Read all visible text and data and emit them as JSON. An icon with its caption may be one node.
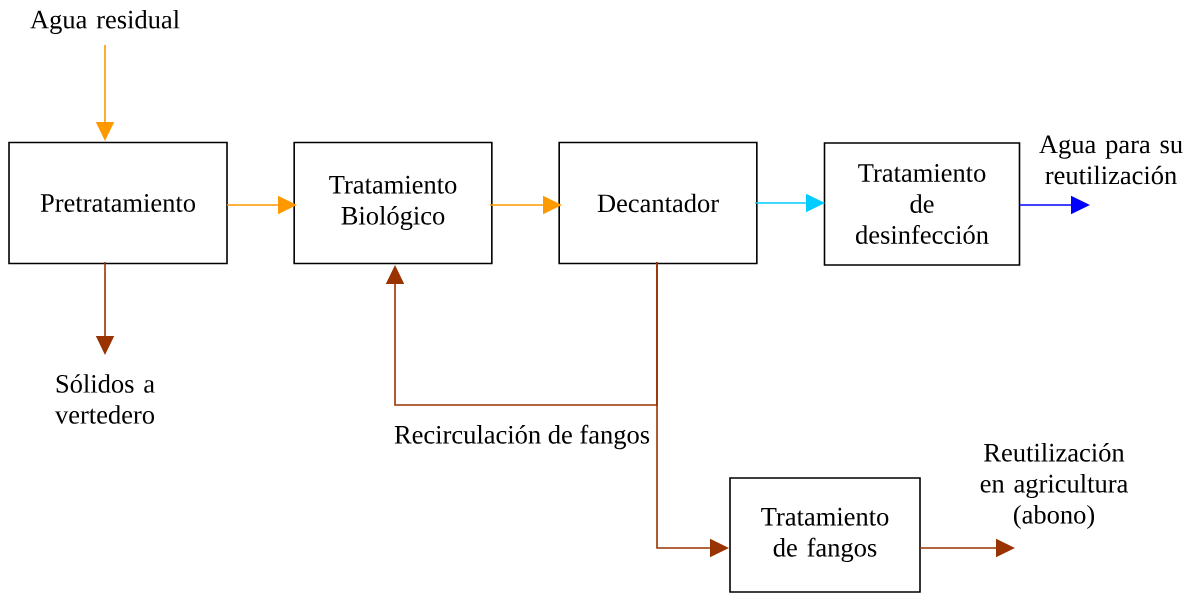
{
  "diagram": {
    "nodes": [
      {
        "text": [
          "Agua residual"
        ]
      },
      {
        "text": [
          "Pretratamiento"
        ]
      },
      {
        "text": [
          "Tratamiento Biológico"
        ]
      },
      {
        "text": [
          "Decantador"
        ]
      },
      {
        "text": [
          "Tratamiento de desinfección"
        ]
      },
      {
        "text": [
          "Agua para su reutilización"
        ]
      },
      {
        "text": [
          "Sólidos a vertedero"
        ]
      },
      {
        "text": [
          "Tratamiento de fangos"
        ]
      },
      {
        "text": [
          "Reutilización en agricultura (abono)"
        ]
      }
    ],
    "edges": [
      {
        "from": 0,
        "to": 1,
        "arrow": "to",
        "color": "#ff9900"
      },
      {
        "from": 1,
        "to": 2,
        "arrow": "to",
        "color": "#ff9900"
      },
      {
        "from": 2,
        "to": 3,
        "arrow": "to",
        "color": "#ff9900"
      },
      {
        "from": 3,
        "to": 4,
        "arrow": "to",
        "color": "#00ccff"
      },
      {
        "from": 4,
        "to": 5,
        "arrow": "to",
        "color": "#0000ff"
      },
      {
        "from": 1,
        "to": 6,
        "arrow": "to",
        "color": "#993300"
      },
      {
        "from": 3,
        "to": 2,
        "arrow": "to",
        "color": "#993300",
        "label": "Recirculación de fangos"
      },
      {
        "from": 3,
        "to": 7,
        "arrow": "to",
        "color": "#993300"
      },
      {
        "from": 7,
        "to": 8,
        "arrow": "to",
        "color": "#993300"
      }
    ]
  }
}
